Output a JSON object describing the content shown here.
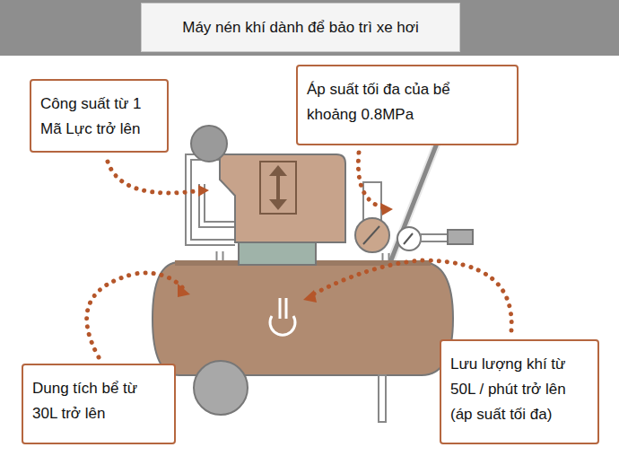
{
  "diagram": {
    "title": "Máy nén khí dành để bảo trì xe hơi",
    "nodes": [
      {
        "text": [
          "Công suất từ 1 Mã Lực trở lên"
        ]
      },
      {
        "text": [
          "Áp suất tối đa của bể khoảng 0.8MPa"
        ]
      },
      {
        "text": [
          "Dung tích bể từ 30L trở lên"
        ]
      },
      {
        "text": [
          "Lưu lượng khí từ 50L / phút trở lên (áp suất tối đa)"
        ]
      }
    ]
  }
}
